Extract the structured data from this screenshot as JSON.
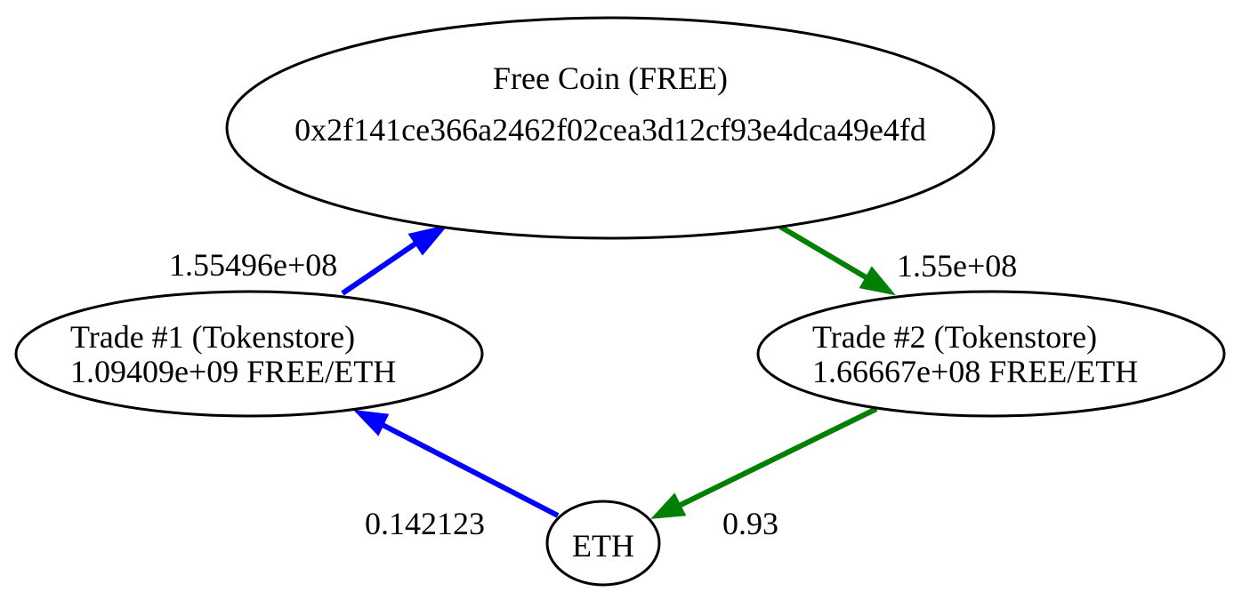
{
  "nodes": {
    "free_coin": {
      "line1": "Free Coin (FREE)",
      "line2": "0x2f141ce366a2462f02cea3d12cf93e4dca49e4fd"
    },
    "trade1": {
      "line1": "Trade #1 (Tokenstore)",
      "line2": "1.09409e+09 FREE/ETH"
    },
    "trade2": {
      "line1": "Trade #2 (Tokenstore)",
      "line2": "1.66667e+08 FREE/ETH"
    },
    "eth": {
      "label": "ETH"
    }
  },
  "edges": {
    "trade1_to_free": {
      "label": "1.55496e+08",
      "color": "#0000ff"
    },
    "free_to_trade2": {
      "label": "1.55e+08",
      "color": "#008000"
    },
    "trade2_to_eth": {
      "label": "0.93",
      "color": "#008000"
    },
    "eth_to_trade1": {
      "label": "0.142123",
      "color": "#0000ff"
    }
  }
}
